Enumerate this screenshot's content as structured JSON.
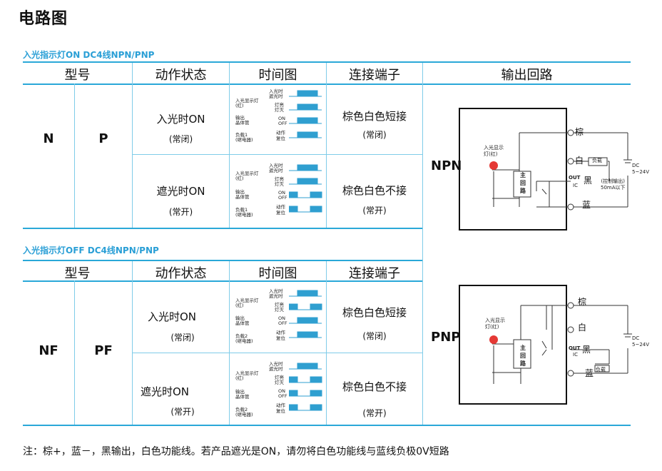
{
  "page_title": "电路图",
  "section_on": "入光指示灯ON   DC4线NPN/PNP",
  "section_off": "入光指示灯OFF   DC4线NPN/PNP",
  "headers": {
    "model": "型号",
    "action": "动作状态",
    "timing": "时间图",
    "terminal": "连接端子",
    "output": "输出回路"
  },
  "table_on": {
    "model_npn": "N",
    "model_pnp": "P",
    "rows": [
      {
        "state": "入光时ON",
        "sub": "(常闭)",
        "terminal": "棕色白色短接",
        "terminal_sub": "(常闭)"
      },
      {
        "state": "遮光时ON",
        "sub": "(常开)",
        "terminal": "棕色白色不接",
        "terminal_sub": "(常开)"
      }
    ],
    "timing_labels": {
      "indicator": "入光显示灯\n(红)",
      "light_in": "入光时",
      "light_block": "遮光时",
      "output": "输出\n晶体管",
      "load1": "负载1\n(继电器)",
      "lamp_on": "灯亮",
      "lamp_off": "灯灭",
      "on": "ON",
      "off": "OFF",
      "act": "动作",
      "reset": "复位"
    }
  },
  "table_off": {
    "model_npn": "NF",
    "model_pnp": "PF",
    "rows": [
      {
        "state": "入光时ON",
        "sub": "(常闭)",
        "terminal": "棕色白色短接",
        "terminal_sub": "(常闭)"
      },
      {
        "state": "遮光时ON",
        "sub": "(常开)",
        "terminal": "棕色白色不接",
        "terminal_sub": "(常开)"
      }
    ],
    "timing_labels": {
      "indicator": "入光显示灯\n(红)",
      "output": "输出\n晶体管",
      "load2": "负载2\n(继电器)"
    }
  },
  "circuits": {
    "npn": {
      "label": "NPN",
      "lamp_label": "入光显示\n灯(红)",
      "main": "主\n回\n路",
      "brown": "棕",
      "white": "白",
      "black": "黑",
      "blue": "蓝",
      "out": "OUT",
      "ic": "IC",
      "load": "负载",
      "control": "(控制输出)\n50mA以下",
      "dc": "DC\n5~24V"
    },
    "pnp": {
      "label": "PNP",
      "lamp_label": "入光显示\n灯(红)",
      "main": "主\n回\n路",
      "brown": "棕",
      "white": "白",
      "black": "黑",
      "blue": "蓝",
      "out": "OUT",
      "ic": "IC",
      "load": "负载",
      "dc": "DC\n5~24V"
    }
  },
  "note": "注：棕+，蓝－，黑输出，白色功能线。若产品遮光是ON，请勿将白色功能线与蓝线负极0V短路",
  "colors": {
    "accent": "#2aa8d8",
    "wave": "#2f9fd0",
    "lamp": "#e53935"
  }
}
